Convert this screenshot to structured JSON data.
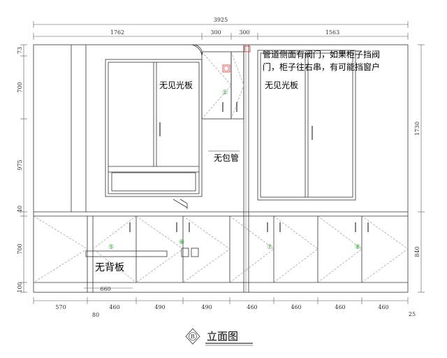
{
  "dimensions": {
    "overall": "3925",
    "top_segments": [
      "1762",
      "300",
      "300",
      "1563"
    ],
    "left_vertical": [
      "73",
      "700",
      "975",
      "40",
      "700",
      "100"
    ],
    "right_vertical": [
      "1730",
      "840"
    ],
    "bottom_segments": [
      "570",
      "460",
      "490",
      "490",
      "460",
      "460",
      "460",
      "460"
    ],
    "bottom_extra": [
      "80",
      "25"
    ],
    "inner_660": "660"
  },
  "labels": {
    "pipe_valve_note_line1": "管道侧面有阀门，如果柜子挡阀",
    "pipe_valve_note_line2": "门，柜子往右串，有可能挡窗户",
    "no_light_panel_left": "无见光板",
    "no_light_panel_right": "无见光板",
    "no_pipe_wrap": "无包管",
    "no_back_panel": "无背板"
  },
  "cabinet_numbers": [
    "①",
    "⑤",
    "⑥",
    "⑦",
    "⑧"
  ],
  "title": {
    "badge": "B",
    "text": "立面图"
  },
  "colors": {
    "line": "#333333",
    "dashed": "#9a9a9a",
    "number": "#2a9a2a",
    "valve": "#cc3333"
  }
}
